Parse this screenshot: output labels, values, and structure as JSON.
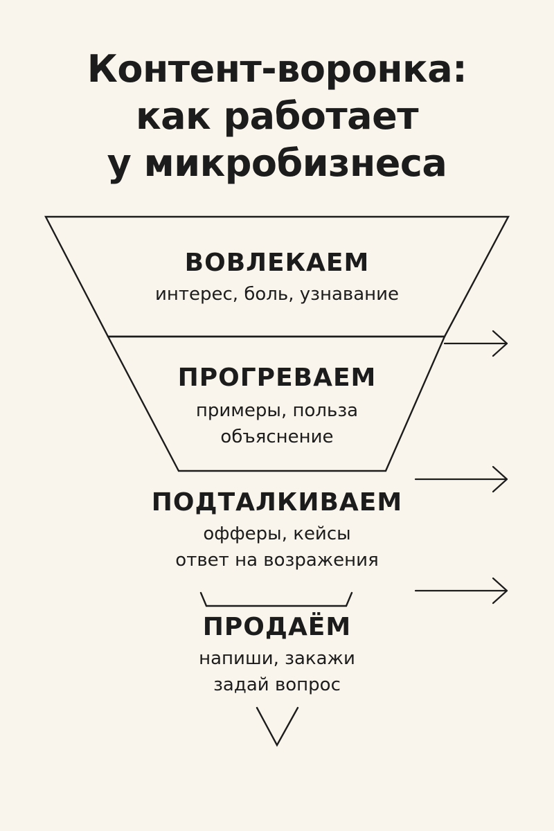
{
  "title": {
    "line1": "Контент-воронка:",
    "line2": "как работает",
    "line3": "у микробизнеса"
  },
  "stages": [
    {
      "label": "ВОВЛЕКАЕМ",
      "desc": [
        "интерес, боль, узнавание"
      ]
    },
    {
      "label": "ПРОГРЕВАЕМ",
      "desc": [
        "примеры, польза",
        "объяснение"
      ]
    },
    {
      "label": "ПОДТАЛКИВАЕМ",
      "desc": [
        "офферы, кейсы",
        "ответ на возражения"
      ]
    },
    {
      "label": "ПРОДАЁМ",
      "desc": [
        "напиши, закажи",
        "задай вопрос"
      ]
    }
  ],
  "colors": {
    "background": "#faf5ec",
    "ink": "#1c1c1c"
  },
  "icons": [
    "arrow-right-icon",
    "arrow-right-icon",
    "arrow-right-icon",
    "triangle-down-icon"
  ]
}
